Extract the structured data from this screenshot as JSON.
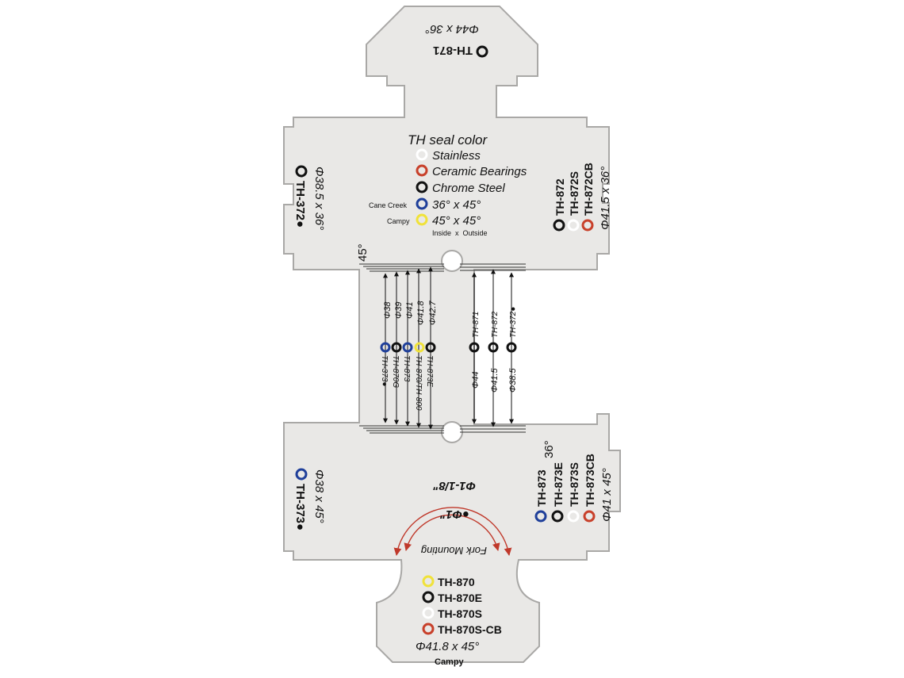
{
  "top": {
    "model": "TH-871",
    "size": "Φ44 x 36°"
  },
  "legend": {
    "title": "TH seal color",
    "items": [
      {
        "label": "Stainless",
        "color": "#ffffff",
        "prefix": ""
      },
      {
        "label": "Ceramic Bearings",
        "color": "#c8402a",
        "prefix": ""
      },
      {
        "label": "Chrome Steel",
        "color": "#111111",
        "prefix": ""
      },
      {
        "label": "36° x 45°",
        "color": "#1f3f9a",
        "prefix": "Cane Creek"
      },
      {
        "label": "45° x 45°",
        "color": "#f0e23a",
        "prefix": "Campy"
      }
    ],
    "note": "Inside  x  Outside"
  },
  "left_upper": {
    "model": "TH-372●",
    "size": "Φ38.5 x 36°"
  },
  "right_upper": {
    "models": [
      {
        "name": "TH-872",
        "color": "#111111"
      },
      {
        "name": "TH-872S",
        "color": "#ffffff"
      },
      {
        "name": "TH-872CB",
        "color": "#c8402a"
      }
    ],
    "size": "Φ41.5 x 36°"
  },
  "angle_left": "45°",
  "angle_right": "36°",
  "left_gauge": {
    "diameters": [
      "Φ38",
      "Φ39",
      "Φ41",
      "Φ41.8",
      "Φ42.7"
    ],
    "models": [
      {
        "name": "TH-373●",
        "color": "#1f3f9a"
      },
      {
        "name": "TH-870G",
        "color": "#111111"
      },
      {
        "name": "TH-873",
        "color": "#1f3f9a"
      },
      {
        "name": "TH-870/TH-800",
        "color": "#f0e23a"
      },
      {
        "name": "TH-873E",
        "color": "#111111"
      }
    ]
  },
  "right_gauge": {
    "models": [
      {
        "name": "TH-871",
        "color": "#111111"
      },
      {
        "name": "TH-872",
        "color": "#111111"
      },
      {
        "name": "TH-372●",
        "color": "#111111"
      }
    ],
    "diameters": [
      "Φ44",
      "Φ41.5",
      "Φ38.5"
    ]
  },
  "left_lower": {
    "model": "TH-373●",
    "size": "Φ38 x 45°",
    "color": "#1f3f9a"
  },
  "right_lower": {
    "models": [
      {
        "name": "TH-873",
        "color": "#1f3f9a"
      },
      {
        "name": "TH-873E",
        "color": "#111111"
      },
      {
        "name": "TH-873S",
        "color": "#ffffff"
      },
      {
        "name": "TH-873CB",
        "color": "#c8402a"
      }
    ],
    "size": "Φ41 x 45°"
  },
  "fork": {
    "outer": "Φ1-1/8\"",
    "inner": "●Φ1\"",
    "label": "Fork Mounting"
  },
  "bottom": {
    "models": [
      {
        "name": "TH-870",
        "color": "#f0e23a"
      },
      {
        "name": "TH-870E",
        "color": "#111111"
      },
      {
        "name": "TH-870S",
        "color": "#ffffff"
      },
      {
        "name": "TH-870S-CB",
        "color": "#c8402a"
      }
    ],
    "size": "Φ41.8 x 45°",
    "label": "Campy"
  }
}
